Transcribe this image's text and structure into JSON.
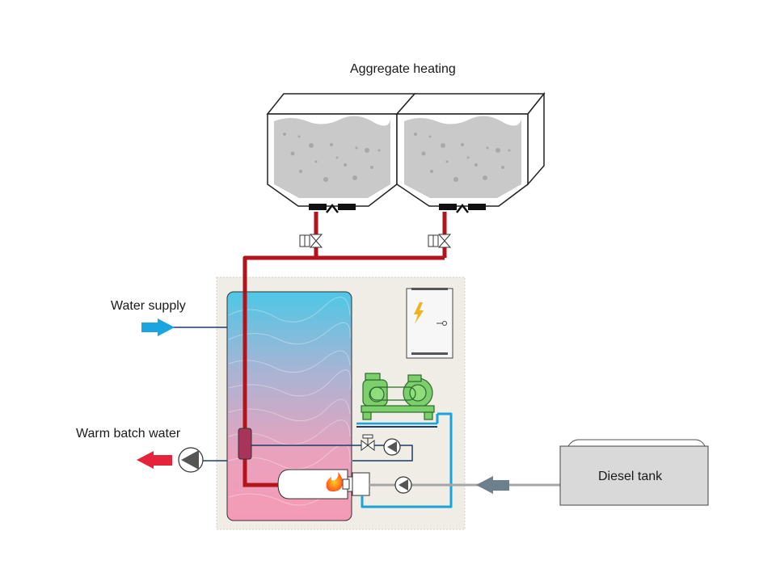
{
  "labels": {
    "title": "Aggregate heating",
    "water_supply": "Water supply",
    "warm_batch_water": "Warm batch water",
    "diesel_tank": "Diesel tank"
  },
  "colors": {
    "hot_pipe": "#b3131b",
    "cold_pipe": "#1aa3d9",
    "water_in_arrow": "#1ba5e0",
    "warm_out_arrow": "#e5243b",
    "diesel_arrow": "#6b7f8c",
    "pump_body": "#7ccf6b",
    "enclosure_bg": "#efede6",
    "aggregate": "#c9c9c9",
    "heat_exchanger": "#a8345c"
  },
  "icons": [
    "hopper",
    "valve-icon",
    "pump-icon",
    "burner-flame-icon",
    "electric-cabinet-icon",
    "motor-pump-icon",
    "diesel-tank"
  ]
}
